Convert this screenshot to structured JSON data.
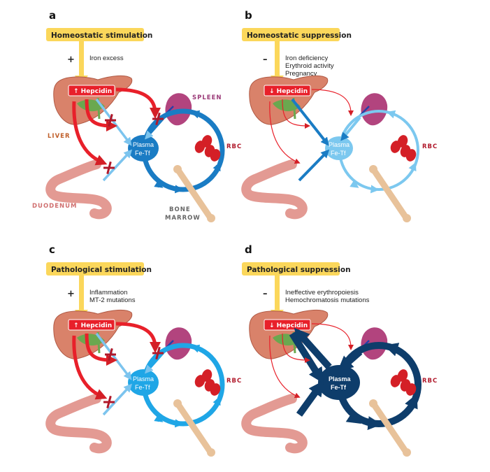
{
  "figure": {
    "panels": [
      {
        "id": "a",
        "letter": "a",
        "condition": "Homeostatic stimulation",
        "sign": "+",
        "causes": [
          "Iron excess"
        ],
        "hepcidin": "↑ Hepcidin",
        "hepcidin_direction": "up",
        "plasma": [
          "Plasma",
          "Fe-Tf"
        ],
        "rbc_label": "RBC",
        "organ_labels": {
          "spleen": "SPLEEN",
          "liver": "LIVER",
          "duodenum": "DUODENUM",
          "bone_marrow": [
            "BONE",
            "MARROW"
          ]
        },
        "flux_level": "blocked",
        "colors": {
          "plasma": "#1a7cc4",
          "circuit": "#1a7cc4",
          "inflow": "#7cc4ee",
          "hepcidin_arrows": "#e8202a"
        }
      },
      {
        "id": "b",
        "letter": "b",
        "condition": "Homeostatic suppression",
        "sign": "–",
        "causes": [
          "Iron deficiency",
          "Erythroid activity",
          "Pregnancy"
        ],
        "hepcidin": "↓ Hepcidin",
        "hepcidin_direction": "down",
        "plasma": [
          "Plasma",
          "Fe-Tf"
        ],
        "rbc_label": "RBC",
        "organ_labels": null,
        "flux_level": "increased",
        "colors": {
          "plasma": "#7cc8ef",
          "circuit": "#7cc8ef",
          "inflow": "#1a7cc4",
          "hepcidin_arrows": "#e8202a"
        }
      },
      {
        "id": "c",
        "letter": "c",
        "condition": "Pathological stimulation",
        "sign": "+",
        "causes": [
          "Inflammation",
          "MT-2 mutations"
        ],
        "hepcidin": "↑ Hepcidin",
        "hepcidin_direction": "up",
        "plasma": [
          "Plasma",
          "Fe-Tf"
        ],
        "rbc_label": "RBC",
        "organ_labels": null,
        "flux_level": "blocked",
        "colors": {
          "plasma": "#1fa6e6",
          "circuit": "#1fa6e6",
          "inflow": "#7cc4ee",
          "hepcidin_arrows": "#e8202a"
        }
      },
      {
        "id": "d",
        "letter": "d",
        "condition": "Pathological suppression",
        "sign": "–",
        "causes": [
          "Ineffective erythropoiesis",
          "Hemochromatosis mutations"
        ],
        "hepcidin": "↓ Hepcidin",
        "hepcidin_direction": "down",
        "plasma": [
          "Plasma",
          "Fe-Tf"
        ],
        "rbc_label": "RBC",
        "organ_labels": null,
        "flux_level": "overload",
        "colors": {
          "plasma": "#0e3d6b",
          "circuit": "#0e3d6b",
          "inflow": "#0e3d6b",
          "hepcidin_arrows": "#e8202a"
        }
      }
    ],
    "palette": {
      "label_box": "#fbd75b",
      "hepcidin_box": "#e8202a",
      "liver": "#d9826a",
      "gallbladder": "#6aa84f",
      "spleen": "#b2447e",
      "rbc": "#d41f26",
      "bone": "#e8c29a",
      "duodenum": "#e39a93",
      "block_x": "#b0182a",
      "organ_label_liver": "#c0602b",
      "organ_label_spleen": "#9b3a78",
      "organ_label_rbc": "#b0182a",
      "organ_label_duodenum": "#d07070",
      "organ_label_bone": "#666666"
    }
  }
}
